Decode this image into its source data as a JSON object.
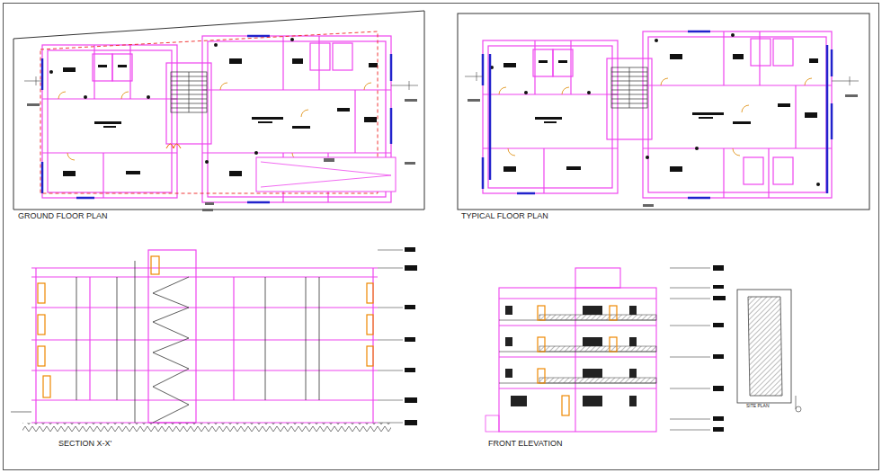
{
  "diagram": {
    "labels": [
      "GROUND FLOOR PLAN",
      "TYPICAL FLOOR PLAN",
      "SECTION X-X'",
      "FRONT ELEVATION",
      "SITE PLAN"
    ]
  }
}
